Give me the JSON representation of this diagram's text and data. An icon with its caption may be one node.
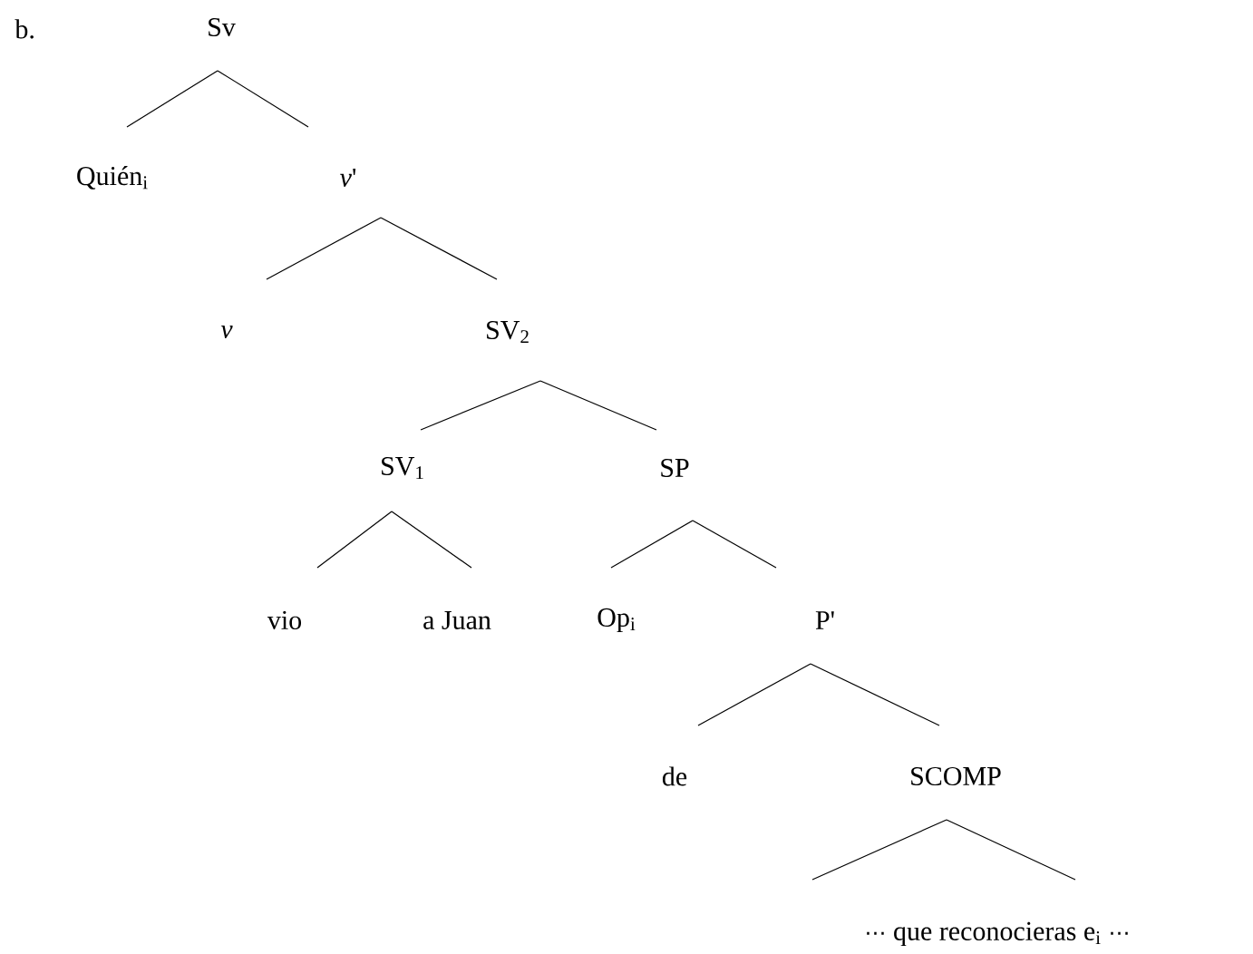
{
  "diagram": {
    "nodes": [
      {
        "text": [
          "Sv"
        ]
      },
      {
        "text": [
          "Quién$_{i}$"
        ]
      },
      {
        "text": [
          "*v*'"
        ]
      },
      {
        "text": [
          "*v*"
        ]
      },
      {
        "text": [
          "SV$_{2}$"
        ]
      },
      {
        "text": [
          "SV$_{1}$"
        ]
      },
      {
        "text": [
          "SP"
        ]
      },
      {
        "text": [
          "vio"
        ]
      },
      {
        "text": [
          "a Juan"
        ]
      },
      {
        "text": [
          "Op$_{i}$"
        ]
      },
      {
        "text": [
          "P'"
        ]
      },
      {
        "text": [
          "de"
        ]
      },
      {
        "text": [
          "SCOMP"
        ]
      },
      {
        "text": [
          "⋯ que reconocieras e$_{i}$ ⋯"
        ]
      }
    ],
    "edges": [
      {
        "from": 0,
        "to": 1,
        "arrow": "none"
      },
      {
        "from": 0,
        "to": 2,
        "arrow": "none"
      },
      {
        "from": 2,
        "to": 3,
        "arrow": "none"
      },
      {
        "from": 2,
        "to": 4,
        "arrow": "none"
      },
      {
        "from": 4,
        "to": 5,
        "arrow": "none"
      },
      {
        "from": 4,
        "to": 6,
        "arrow": "none"
      },
      {
        "from": 5,
        "to": 7,
        "arrow": "none"
      },
      {
        "from": 5,
        "to": 8,
        "arrow": "none"
      },
      {
        "from": 6,
        "to": 9,
        "arrow": "none"
      },
      {
        "from": 6,
        "to": 10,
        "arrow": "none"
      },
      {
        "from": 10,
        "to": 11,
        "arrow": "none"
      },
      {
        "from": 10,
        "to": 12,
        "arrow": "none"
      },
      {
        "from": 12,
        "to": 13,
        "arrow": "none"
      }
    ],
    "labels": [
      "b."
    ]
  }
}
